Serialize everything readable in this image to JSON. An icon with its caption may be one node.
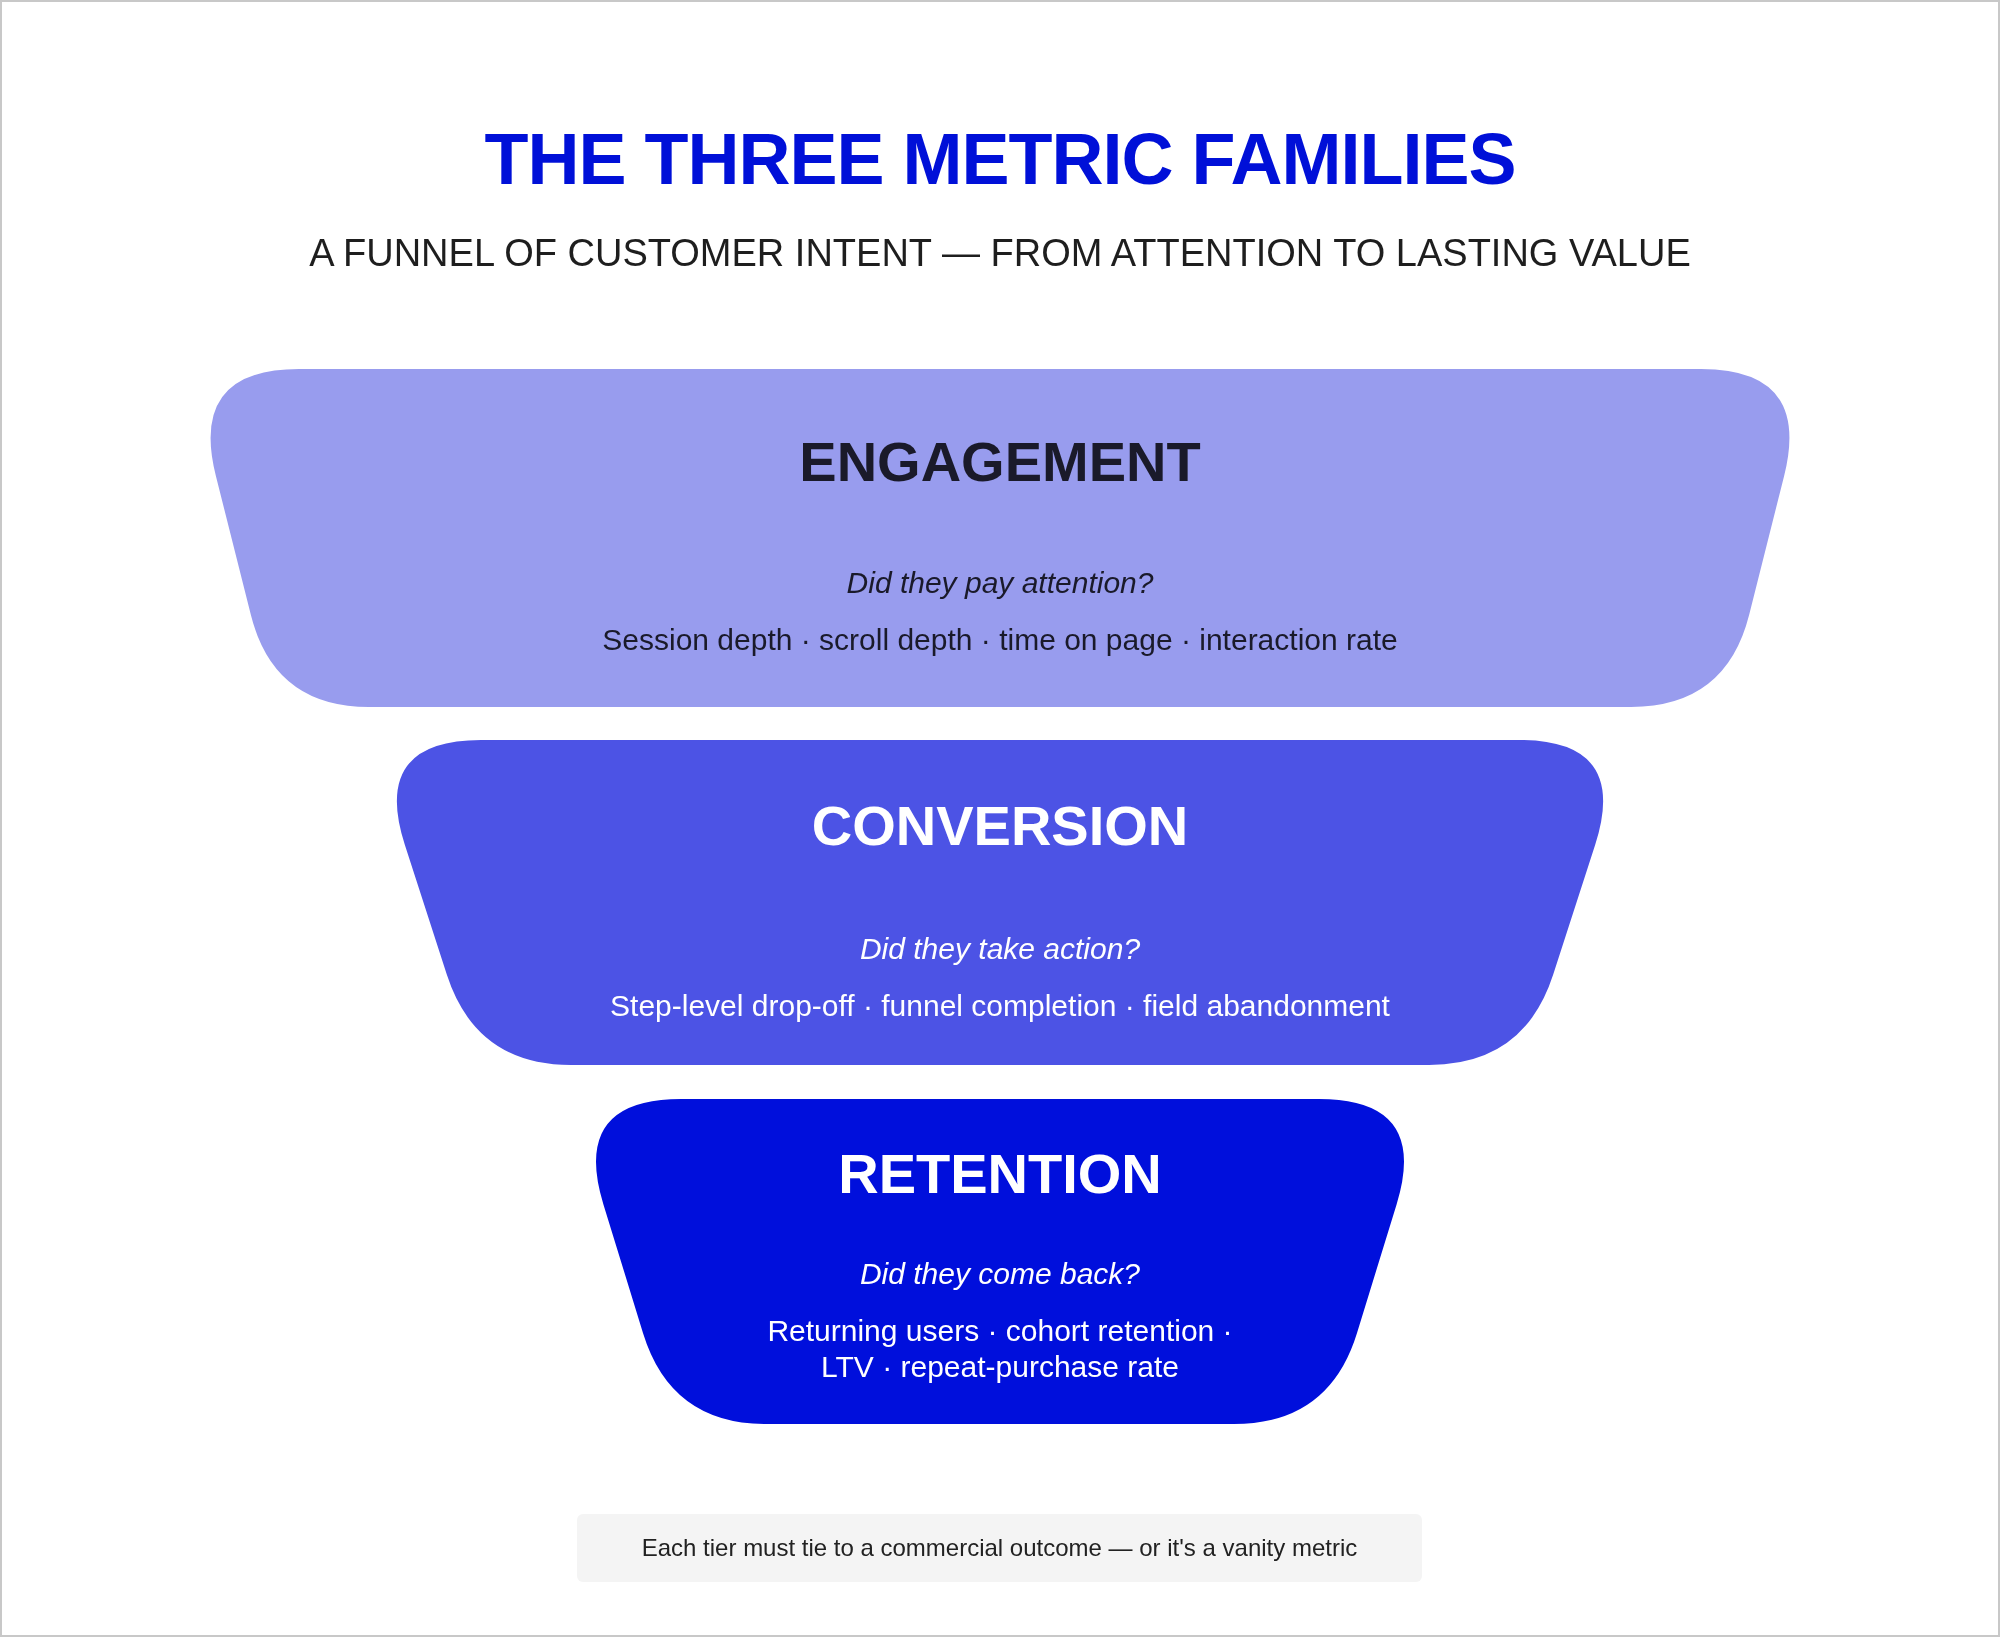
{
  "diagram": {
    "title": "THE THREE METRIC FAMILIES",
    "nodes": [
      {
        "text": [
          "ENGAGEMENT",
          "Did they pay attention?",
          "Session depth · scroll depth · time on page · interaction rate"
        ]
      },
      {
        "text": [
          "CONVERSION",
          "Did they take action?",
          "Step-level drop-off · funnel completion · field abandonment"
        ]
      },
      {
        "text": [
          "RETENTION",
          "Did they come back?",
          "Returning users · cohort retention · LTV · repeat-purchase rate"
        ]
      },
      {
        "text": [
          "Each tier must tie to a commercial outcome — or it's a vanity metric"
        ]
      }
    ],
    "edges": [],
    "labels": [
      "A FUNNEL OF CUSTOMER INTENT — FROM ATTENTION TO LASTING VALUE"
    ]
  }
}
